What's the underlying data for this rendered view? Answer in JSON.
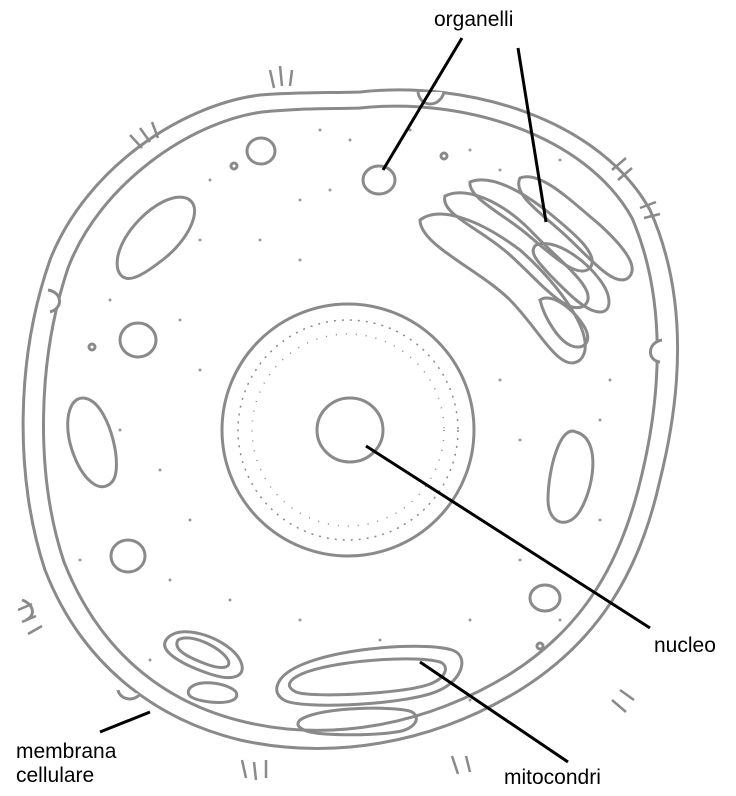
{
  "labels": {
    "organelles": "organelli",
    "nucleus": "nucleo",
    "cell_membrane_line1": "membrana",
    "cell_membrane_line2": "cellulare",
    "mitochondria": "mitocondri"
  },
  "colors": {
    "outline": "#8a8a8a",
    "leader_line": "#000000",
    "text": "#000000",
    "background": "#ffffff"
  }
}
